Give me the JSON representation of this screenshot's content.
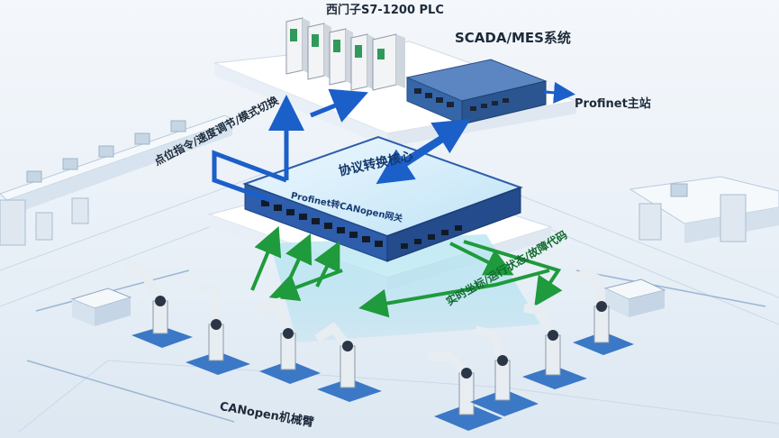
{
  "labels": {
    "plc": "西门子S7-1200 PLC",
    "scada": "SCADA/MES系统",
    "profinet_master": "Profinet主站",
    "commands": "点位指令/速度调节/模式切换",
    "core": "协议转换核心",
    "gateway": "Profinet转CANopen网关",
    "realtime": "实时坐标/运行状态/故障代码",
    "canopen": "CANopen机械臂"
  },
  "colors": {
    "blue_arrow": "#1b5fc9",
    "green_arrow": "#1f9a3c",
    "switch_blue": "#3566a8",
    "gateway_blue": "#2d5dab",
    "platform": "#ffffff",
    "plc_green": "#2f9a5a"
  },
  "icons": {
    "plc": "plc-module-icon",
    "switch": "ethernet-switch-icon",
    "gateway": "gateway-device-icon",
    "robot": "robot-arm-icon"
  }
}
